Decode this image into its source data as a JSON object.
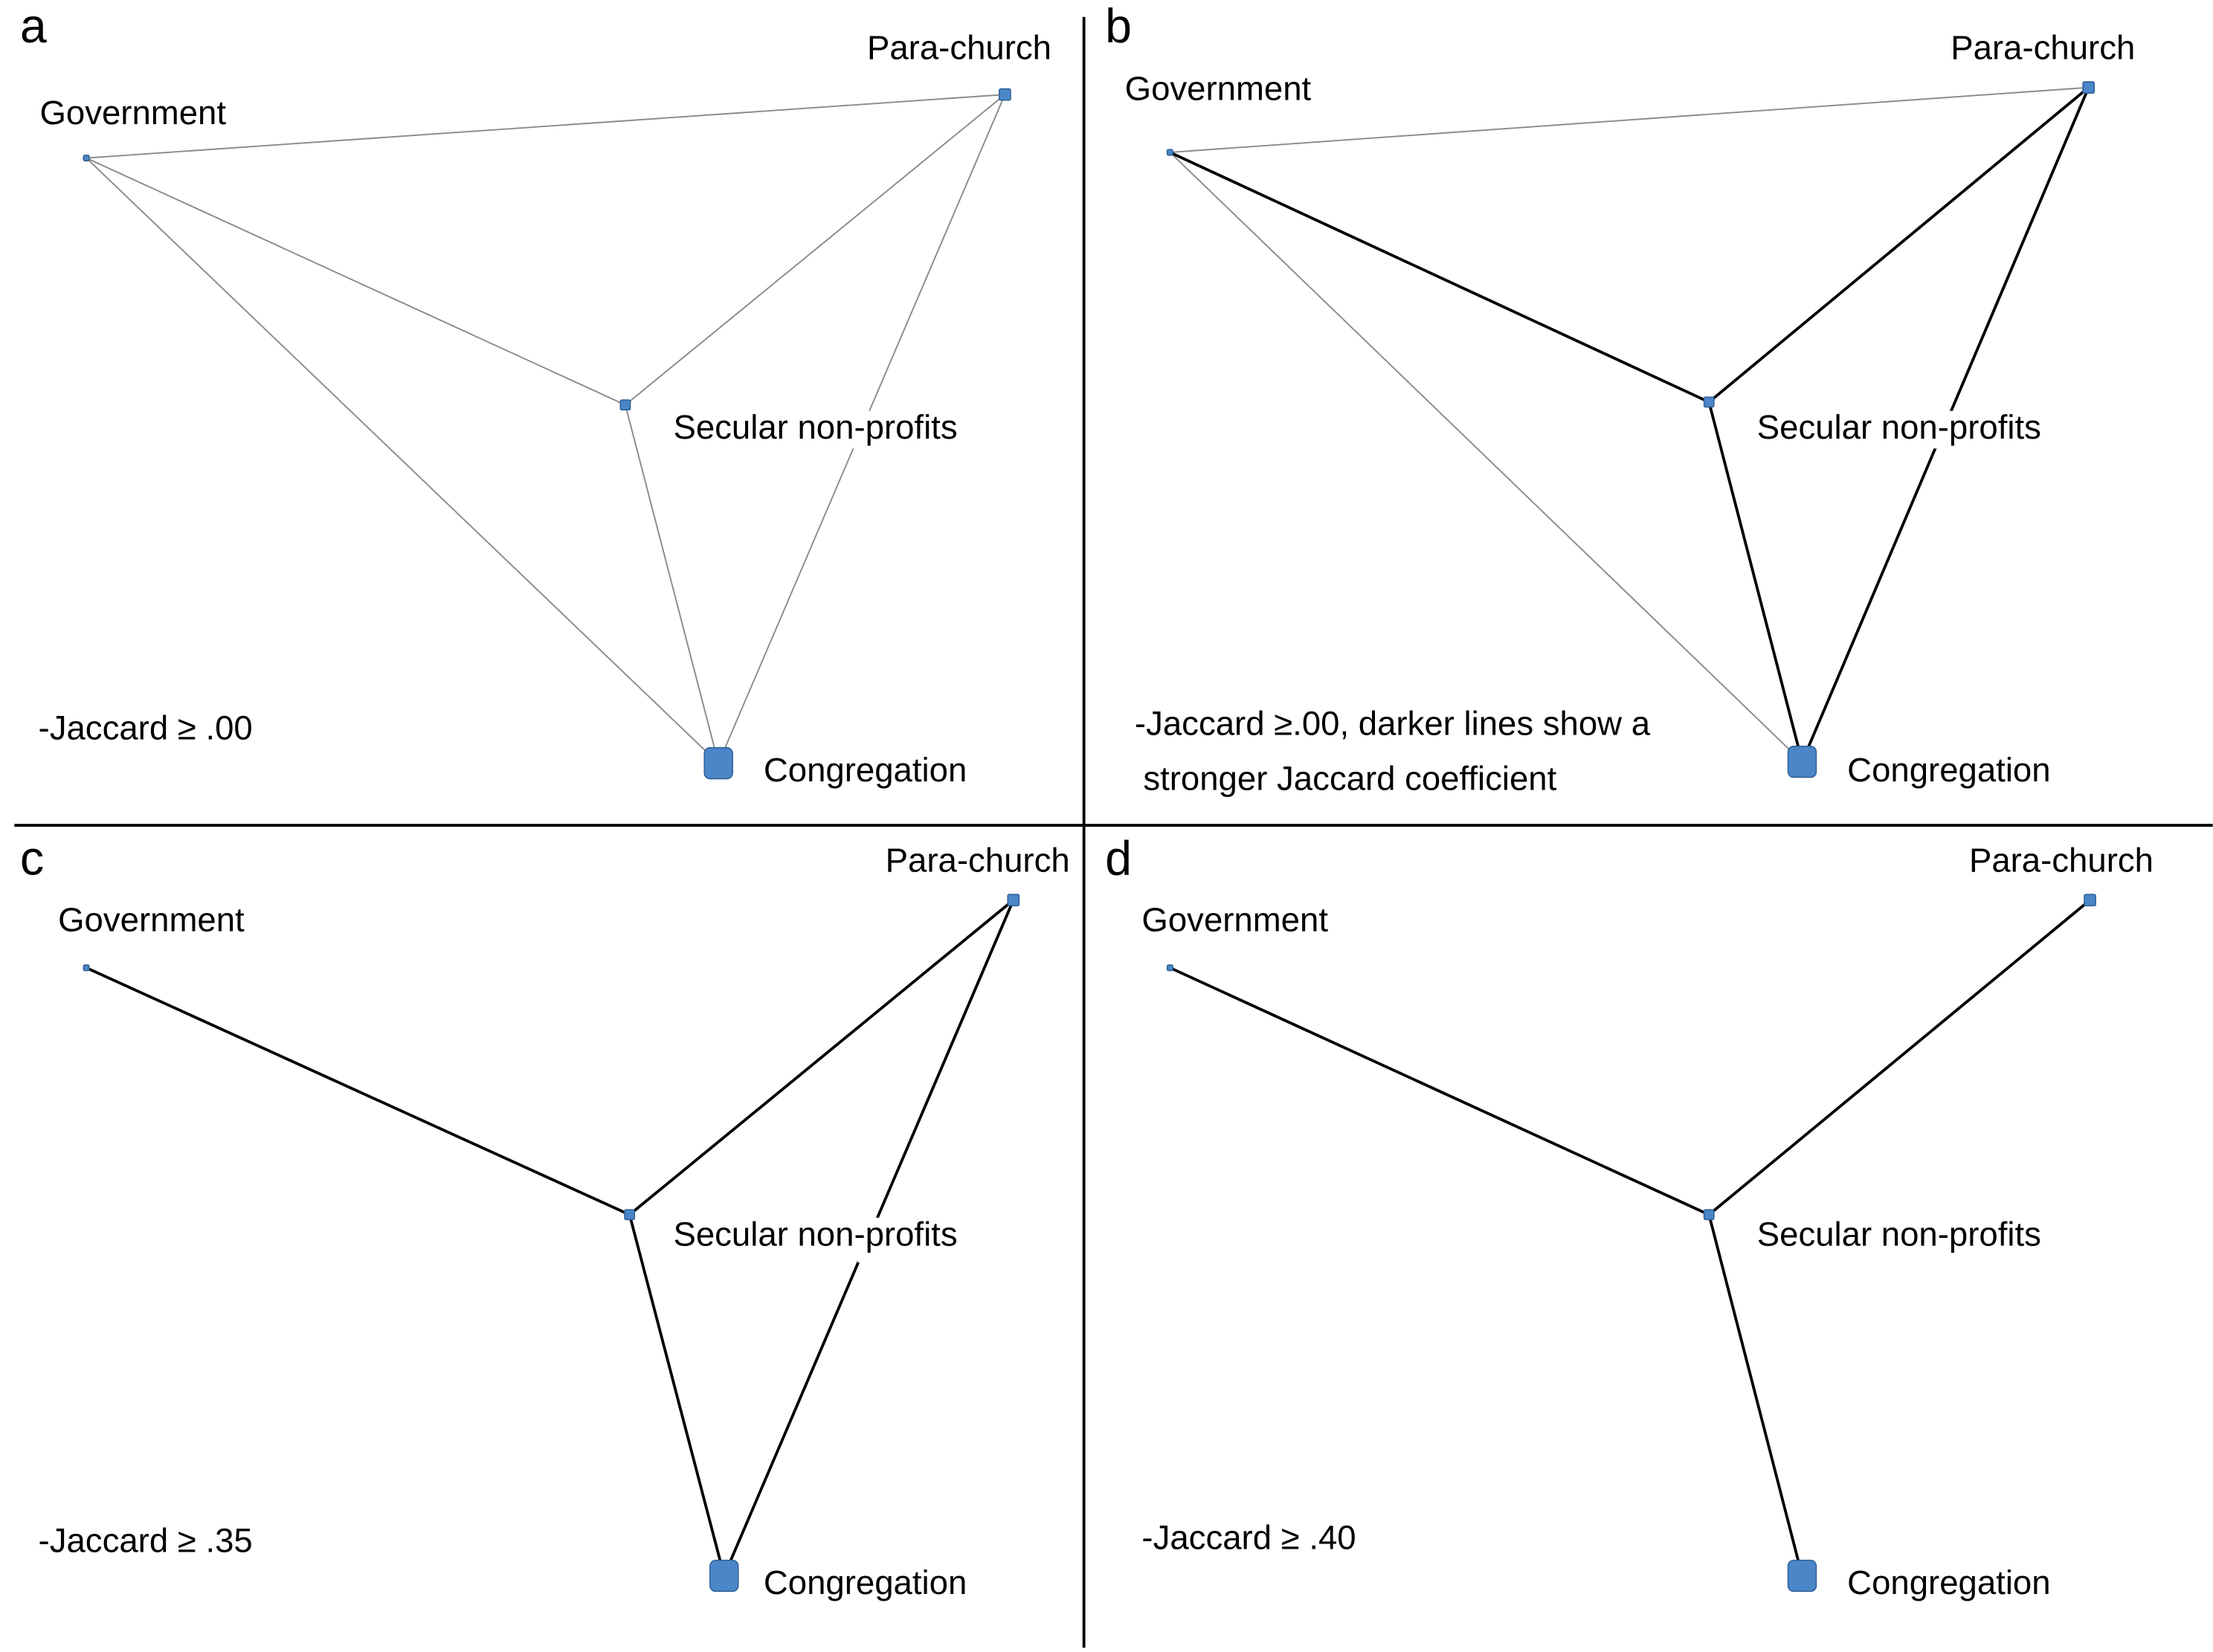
{
  "colors": {
    "node_fill": "#4a86c8",
    "node_stroke": "#2f5f95",
    "weak_edge": "#8a8a8a",
    "strong_edge": "#000000"
  },
  "node_labels": {
    "government": "Government",
    "parachurch": "Para-church",
    "secular": "Secular non-profits",
    "congregation": "Congregation"
  },
  "panels": [
    {
      "letter": "a",
      "caption": [
        "-Jaccard ≥ .00"
      ],
      "edges": [
        [
          "government",
          "parachurch",
          "weak"
        ],
        [
          "government",
          "secular",
          "weak"
        ],
        [
          "government",
          "congregation",
          "weak"
        ],
        [
          "secular",
          "parachurch",
          "weak"
        ],
        [
          "parachurch",
          "congregation",
          "weak"
        ],
        [
          "secular",
          "congregation",
          "weak"
        ]
      ]
    },
    {
      "letter": "b",
      "caption": [
        "-Jaccard ≥.00, darker lines show a",
        "stronger Jaccard  coefficient"
      ],
      "edges": [
        [
          "government",
          "parachurch",
          "weak"
        ],
        [
          "government",
          "congregation",
          "weak"
        ],
        [
          "government",
          "secular",
          "strong"
        ],
        [
          "secular",
          "parachurch",
          "strong"
        ],
        [
          "parachurch",
          "congregation",
          "strong"
        ],
        [
          "secular",
          "congregation",
          "strong"
        ]
      ]
    },
    {
      "letter": "c",
      "caption": [
        "-Jaccard ≥ .35"
      ],
      "edges": [
        [
          "government",
          "secular",
          "strong"
        ],
        [
          "secular",
          "parachurch",
          "strong"
        ],
        [
          "parachurch",
          "congregation",
          "strong"
        ],
        [
          "secular",
          "congregation",
          "strong"
        ]
      ]
    },
    {
      "letter": "d",
      "caption": [
        "-Jaccard ≥ .40"
      ],
      "edges": [
        [
          "government",
          "secular",
          "strong"
        ],
        [
          "secular",
          "parachurch",
          "strong"
        ],
        [
          "secular",
          "congregation",
          "strong"
        ]
      ]
    }
  ]
}
